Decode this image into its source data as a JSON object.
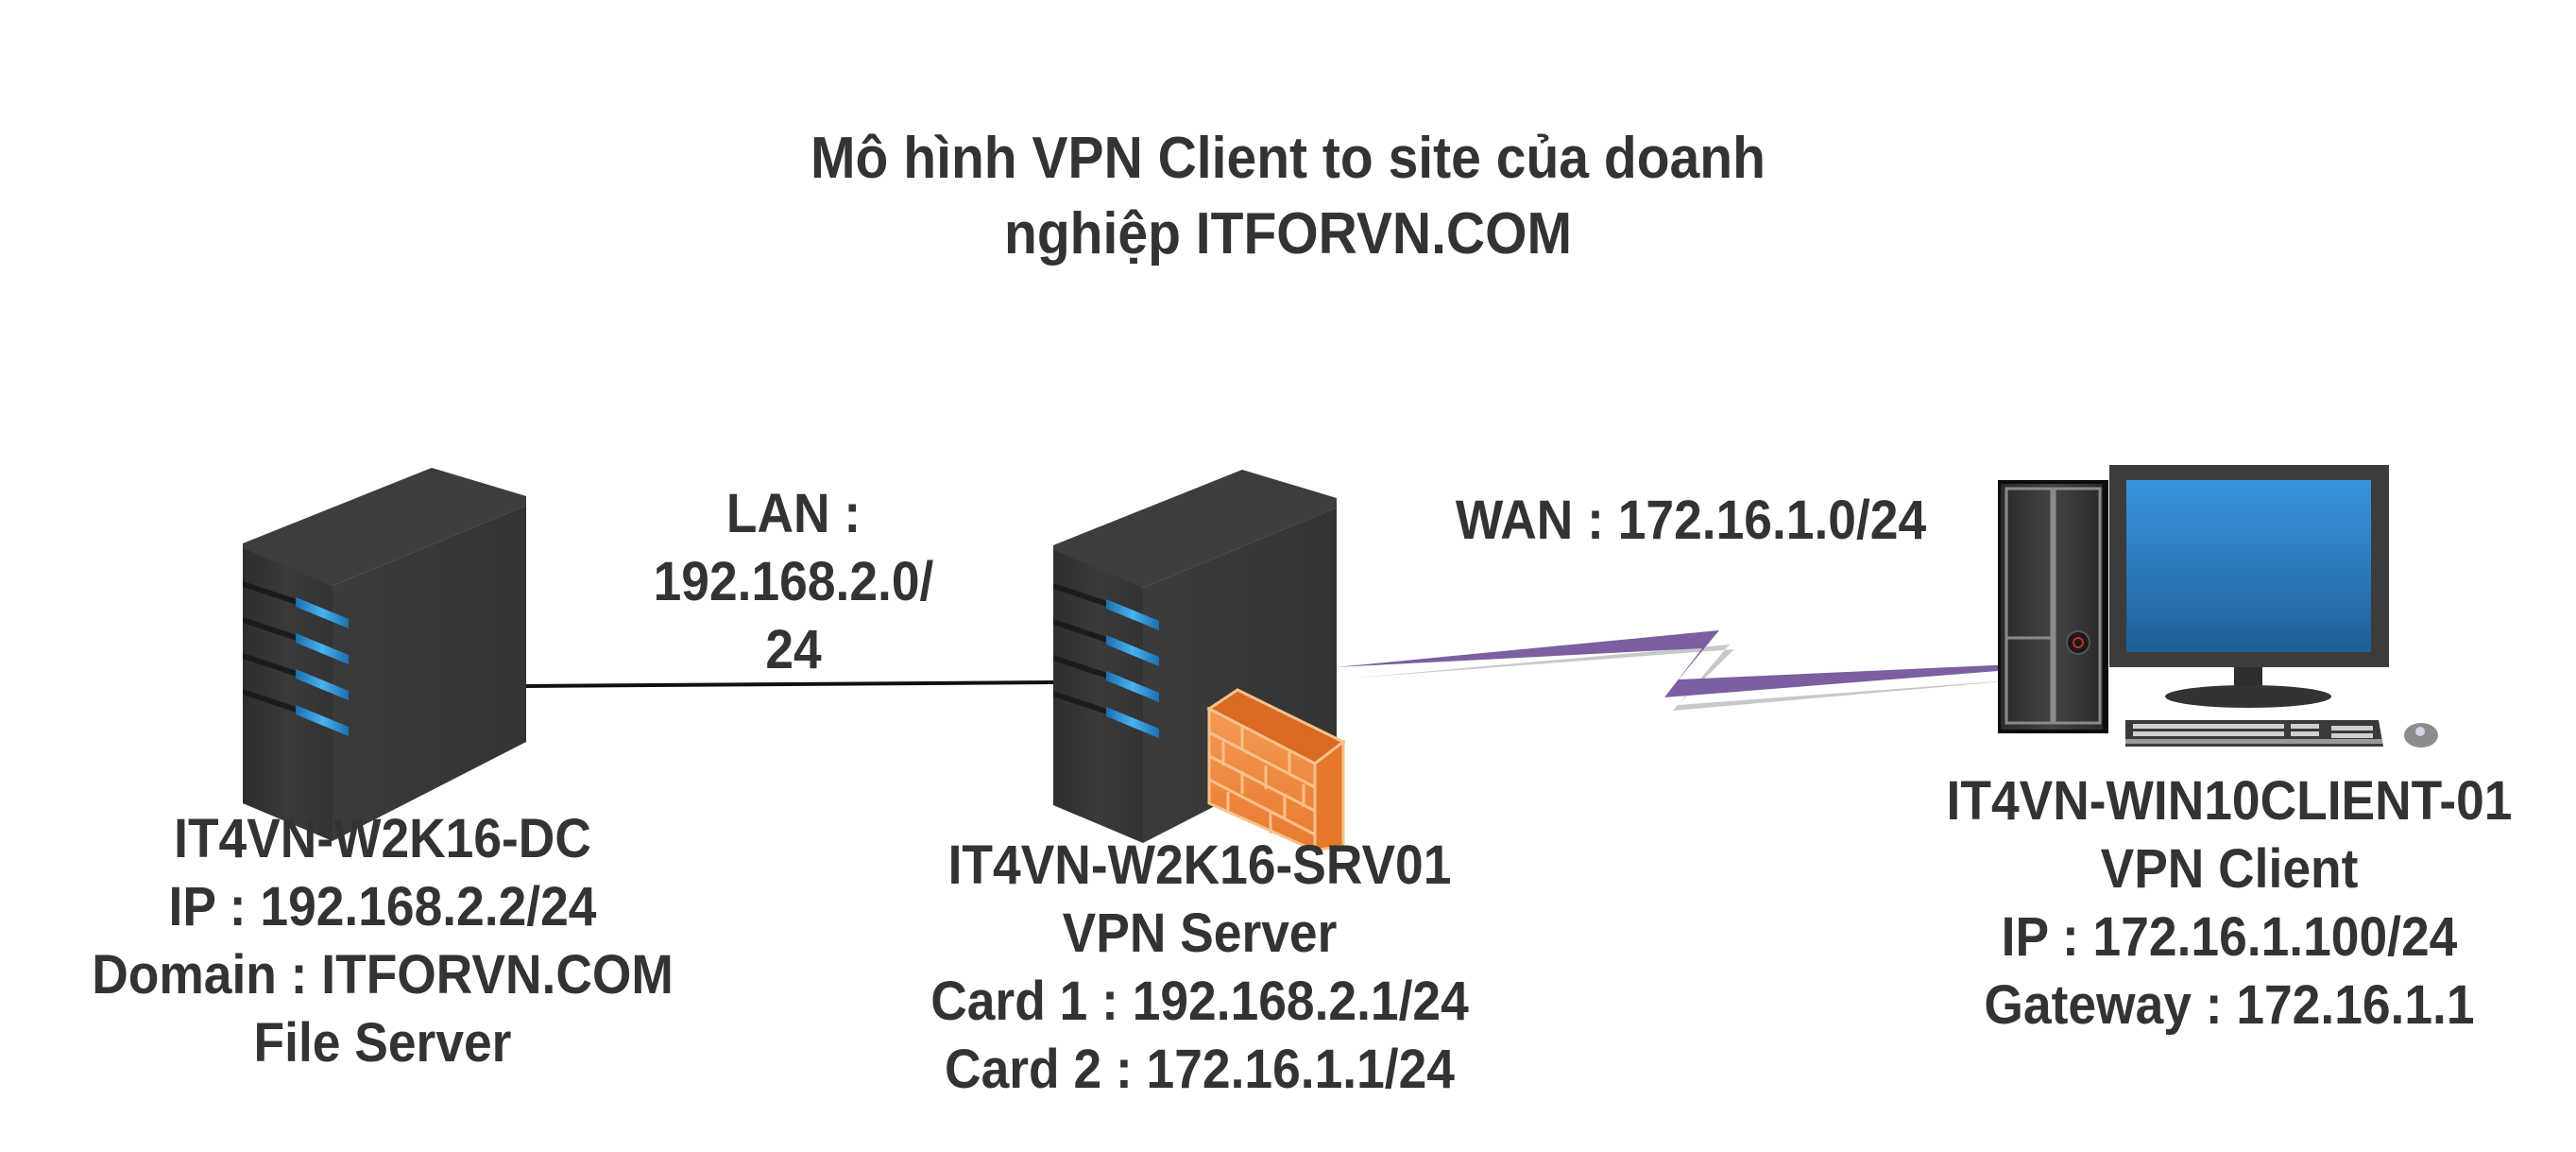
{
  "title": {
    "line1": "Mô hình VPN Client to site của doanh",
    "line2": "nghiệp ITFORVN.COM"
  },
  "links": {
    "lan": {
      "line1": "LAN :",
      "line2": "192.168.2.0/",
      "line3": "24",
      "style": "wired-line"
    },
    "wan": {
      "label": "WAN : 172.16.1.0/24",
      "style": "lightning-bolt",
      "color": "#7b5fa0"
    }
  },
  "nodes": {
    "dc": {
      "icon": "server-tower-icon",
      "lines": [
        "IT4VN-W2K16-DC",
        "IP : 192.168.2.2/24",
        "Domain : ITFORVN.COM",
        "File Server"
      ]
    },
    "vpn_server": {
      "icon": "server-tower-icon",
      "badge_icon": "firewall-icon",
      "lines": [
        "IT4VN-W2K16-SRV01",
        "VPN Server",
        "Card 1 : 192.168.2.1/24",
        "Card 2 : 172.16.1.1/24"
      ]
    },
    "client": {
      "icon": "desktop-computer-icon",
      "lines": [
        "IT4VN-WIN10CLIENT-01",
        "VPN Client",
        "IP : 172.16.1.100/24",
        "Gateway : 172.16.1.1"
      ]
    }
  },
  "colors": {
    "text": "#333333",
    "server_body": "#3a3a3a",
    "server_led": "#2f9be0",
    "firewall": "#f0853a",
    "screen": "#2a82c8",
    "wan_bolt": "#7b5fa0"
  }
}
